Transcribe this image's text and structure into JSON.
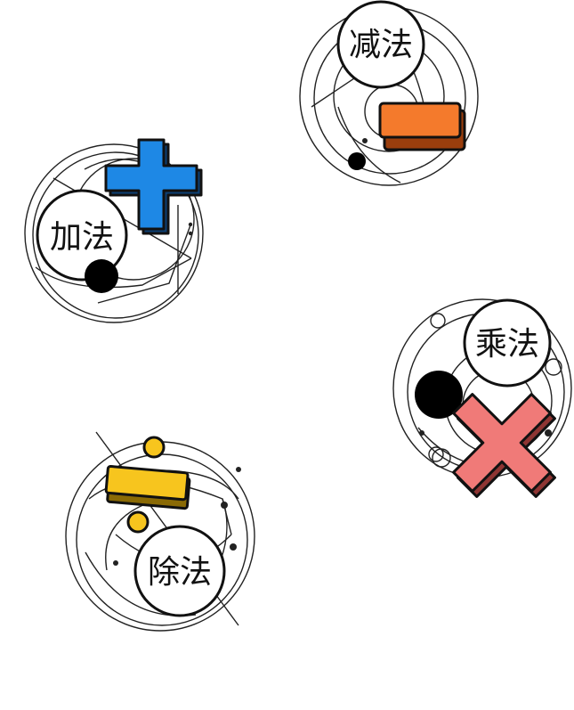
{
  "operations": [
    {
      "id": "addition",
      "label": "加法",
      "symbol": "plus-icon",
      "color": "#1E88E5",
      "shadow": "#0D3F73"
    },
    {
      "id": "subtraction",
      "label": "减法",
      "symbol": "minus-icon",
      "color": "#F47A2C",
      "shadow": "#9A3E0D"
    },
    {
      "id": "multiplication",
      "label": "乘法",
      "symbol": "times-icon",
      "color": "#F07A78",
      "shadow": "#8E3533"
    },
    {
      "id": "division",
      "label": "除法",
      "symbol": "divide-icon",
      "color": "#F7C51E",
      "shadow": "#8A6A05"
    }
  ]
}
